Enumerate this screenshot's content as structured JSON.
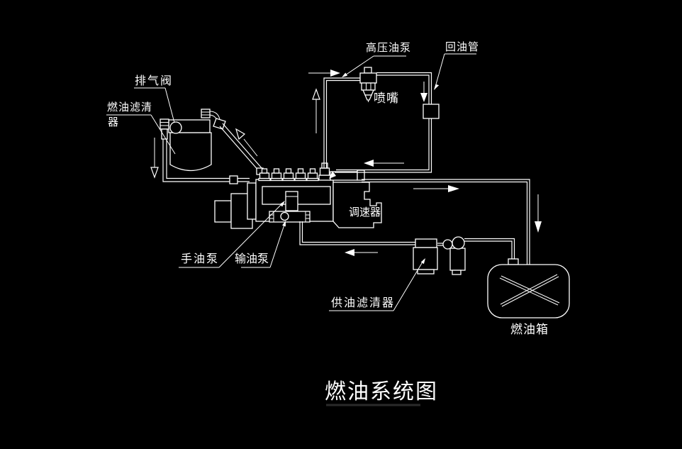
{
  "diagram": {
    "title": "燃油系统图",
    "labels": {
      "exhaust_valve": "排气阀",
      "fuel_filter_line1": "燃油滤清",
      "fuel_filter_line2": "器",
      "hp_pump": "高压油泵",
      "return_pipe": "回油管",
      "nozzle": "喷嘴",
      "governor": "调速器",
      "hand_pump": "手油泵",
      "transfer_pump": "输油泵",
      "supply_filter": "供油滤清器",
      "fuel_tank": "燃油箱"
    },
    "colors": {
      "background": "#000000",
      "line": "#ffffff",
      "title_underline": "#2b2b2b"
    }
  }
}
